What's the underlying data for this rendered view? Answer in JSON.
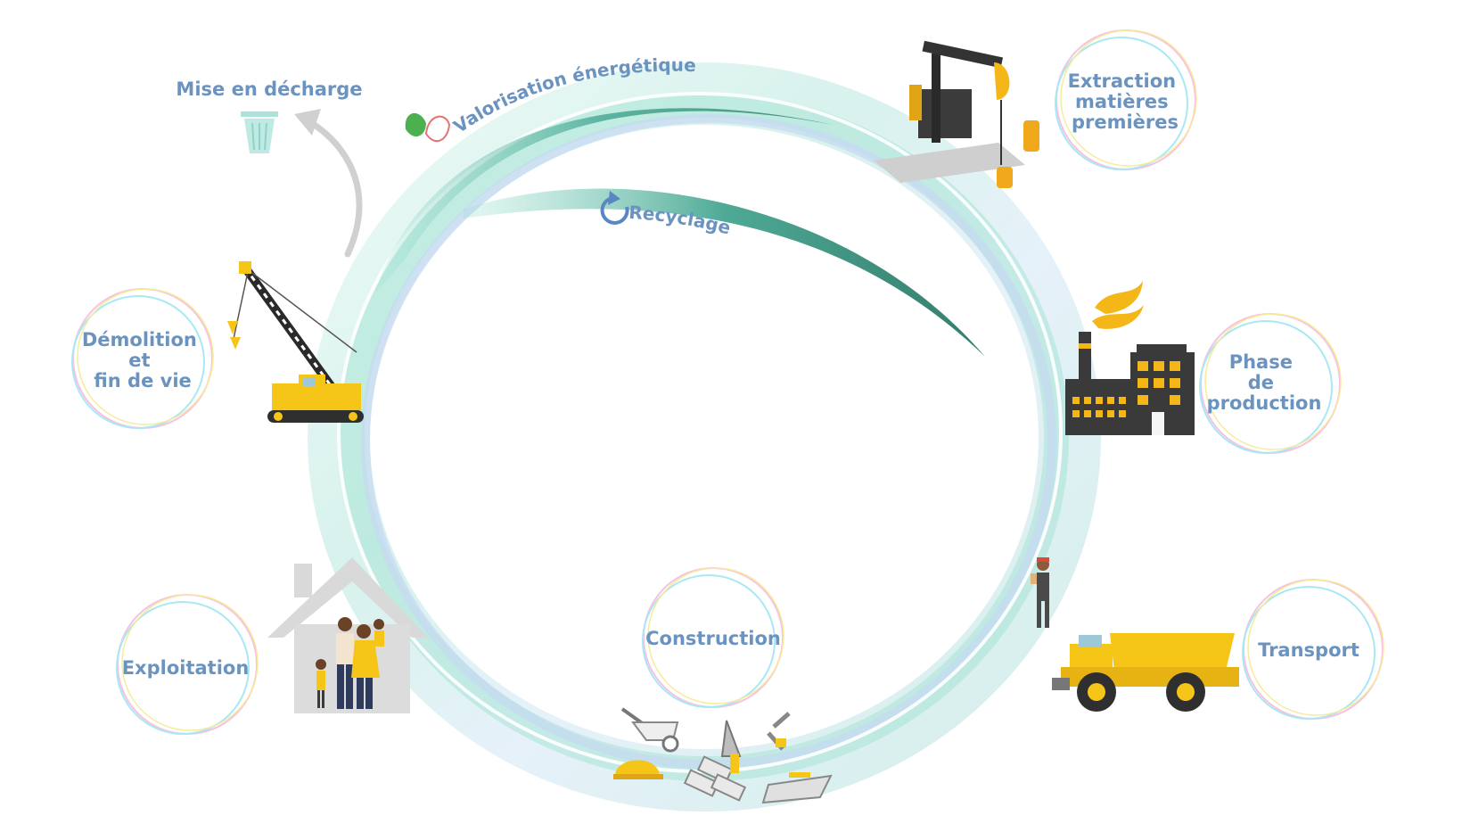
{
  "stages": {
    "extraction": [
      "Extraction",
      "matières",
      "premières"
    ],
    "production": [
      "Phase",
      "de",
      "production"
    ],
    "transport": [
      "Transport"
    ],
    "construction": [
      "Construction"
    ],
    "exploitation": [
      "Exploitation"
    ],
    "demolition": [
      "Démolition",
      "et",
      "fin de vie"
    ]
  },
  "flows": {
    "landfill": "Mise en décharge",
    "energy_recovery": "Valorisation énergétique",
    "recycling": "Recyclage"
  },
  "icons": {
    "landfill": "trash-bin-icon",
    "energy_recovery": "leaf-icon",
    "recycling": "recycle-arrow-icon",
    "extraction": "oil-pump-icon",
    "production": "factory-icon",
    "transport": "dump-truck-icon",
    "construction": "construction-tools-icon",
    "exploitation": "family-house-icon",
    "demolition": "crane-icon",
    "worker": "delivery-worker-icon"
  },
  "colors": {
    "label": "#6b93bf",
    "ring": "#8fd9cb",
    "ring_dark": "#2e8c78",
    "accent_yellow": "#f5c518",
    "dark": "#3a3a3a"
  }
}
